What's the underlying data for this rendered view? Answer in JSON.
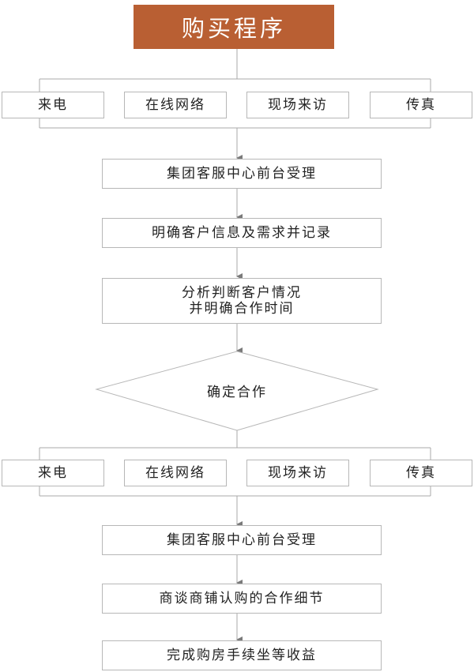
{
  "title": "购买程序",
  "channels_top": [
    "来电",
    "在线网络",
    "现场来访",
    "传真"
  ],
  "steps_top": {
    "reception": "集团客服中心前台受理",
    "record": "明确客户信息及需求并记录",
    "analyze_line1": "分析判断客户情况",
    "analyze_line2": "并明确合作时间"
  },
  "decision": "确定合作",
  "channels_bottom": [
    "来电",
    "在线网络",
    "现场来访",
    "传真"
  ],
  "steps_bottom": {
    "reception": "集团客服中心前台受理",
    "negotiate": "商谈商铺认购的合作细节",
    "complete": "完成购房手续坐等收益"
  },
  "colors": {
    "title_bg": "#b95f33",
    "title_text": "#ffffff",
    "border": "#b7b7b7",
    "line": "#9a9a9a"
  }
}
